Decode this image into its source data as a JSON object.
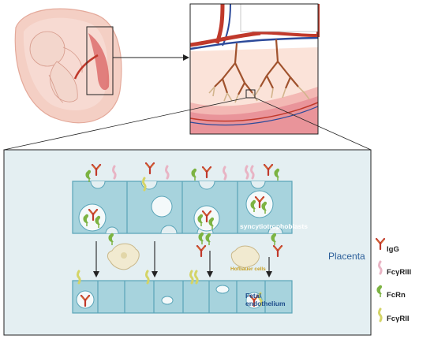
{
  "labels": {
    "syncytiotrophoblasts": "syncytiotrophoblasts",
    "hofbauer": "Hofbauer cells",
    "fetal_line1": "Fetal",
    "fetal_line2": "endothelium",
    "placenta": "Placenta"
  },
  "legend": [
    {
      "icon": "igg-antibody-icon",
      "label": "IgG",
      "color": "#c0392b"
    },
    {
      "icon": "fcgriii-receptor-icon",
      "label": "FcγRIII",
      "color": "#e8b4c4"
    },
    {
      "icon": "fcrn-receptor-icon",
      "label": "FcRn",
      "color": "#7cb342"
    },
    {
      "icon": "fcgrii-receptor-icon",
      "label": "FcγRII",
      "color": "#d4d466"
    }
  ],
  "colors": {
    "panel_bg": "#e4eff2",
    "cell_fill": "#a7d3dd",
    "cell_stroke": "#5aa4b8",
    "uterus": "#f2c4b8",
    "vessel_red": "#c0392b",
    "vessel_blue": "#2c4a9a"
  }
}
